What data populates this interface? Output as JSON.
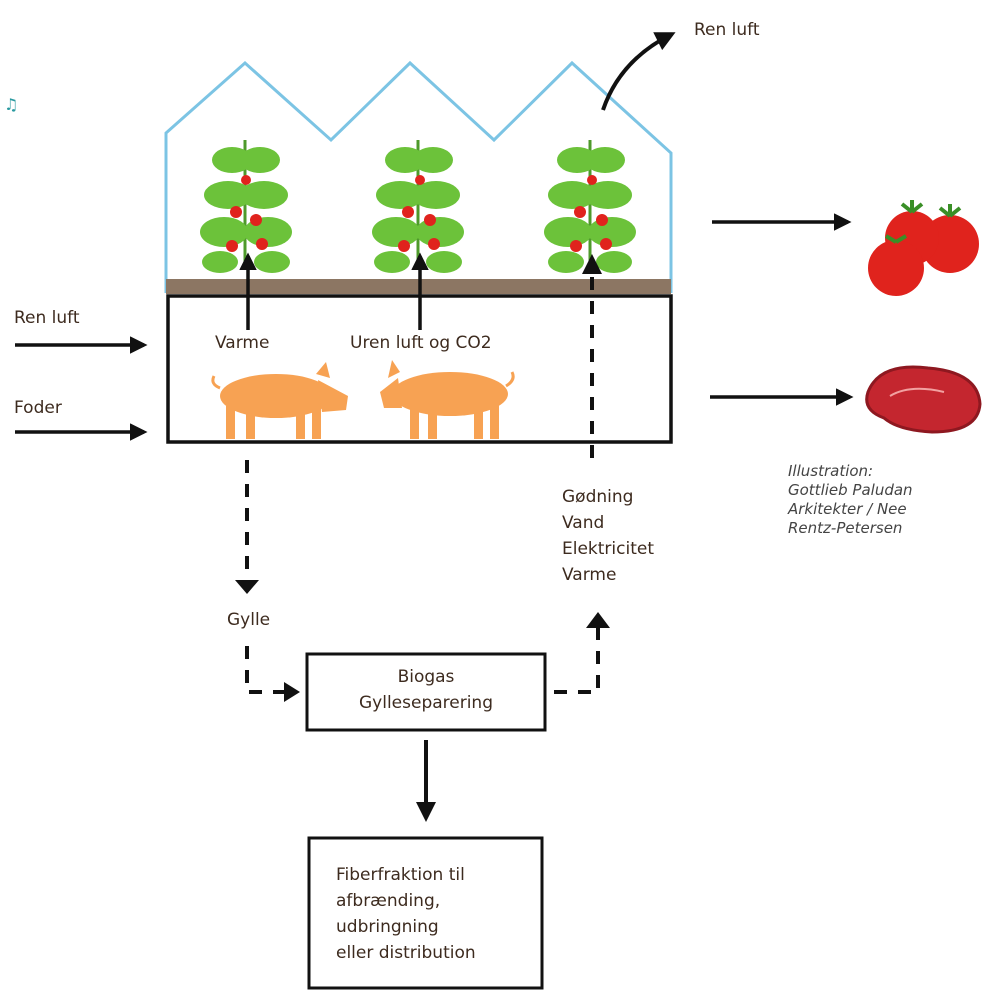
{
  "inputs": {
    "clean_air": "Ren luft",
    "feed": "Foder"
  },
  "output_air": "Ren luft",
  "barn": {
    "heat": "Varme",
    "dirty_air": "Uren luft og CO2"
  },
  "returns": [
    "Gødning",
    "Vand",
    "Elektricitet",
    "Varme"
  ],
  "slurry": "Gylle",
  "biogas_box": [
    "Biogas",
    "Gylleseparering"
  ],
  "fiber_box": [
    "Fiberfraktion til",
    "afbrænding,",
    "udbringning",
    "eller distribution"
  ],
  "credit": [
    "Illustration:",
    "Gottlieb Paludan",
    "Arkitekter / Nee",
    "Rentz-Petersen"
  ],
  "music_icon": "♫",
  "colors": {
    "greenhouse": "#7cc4e4",
    "soil": "#8c7663",
    "pig": "#f7a253",
    "tomato": "#e0231d",
    "leaf": "#6cc23a",
    "meat": "#c4262f"
  }
}
